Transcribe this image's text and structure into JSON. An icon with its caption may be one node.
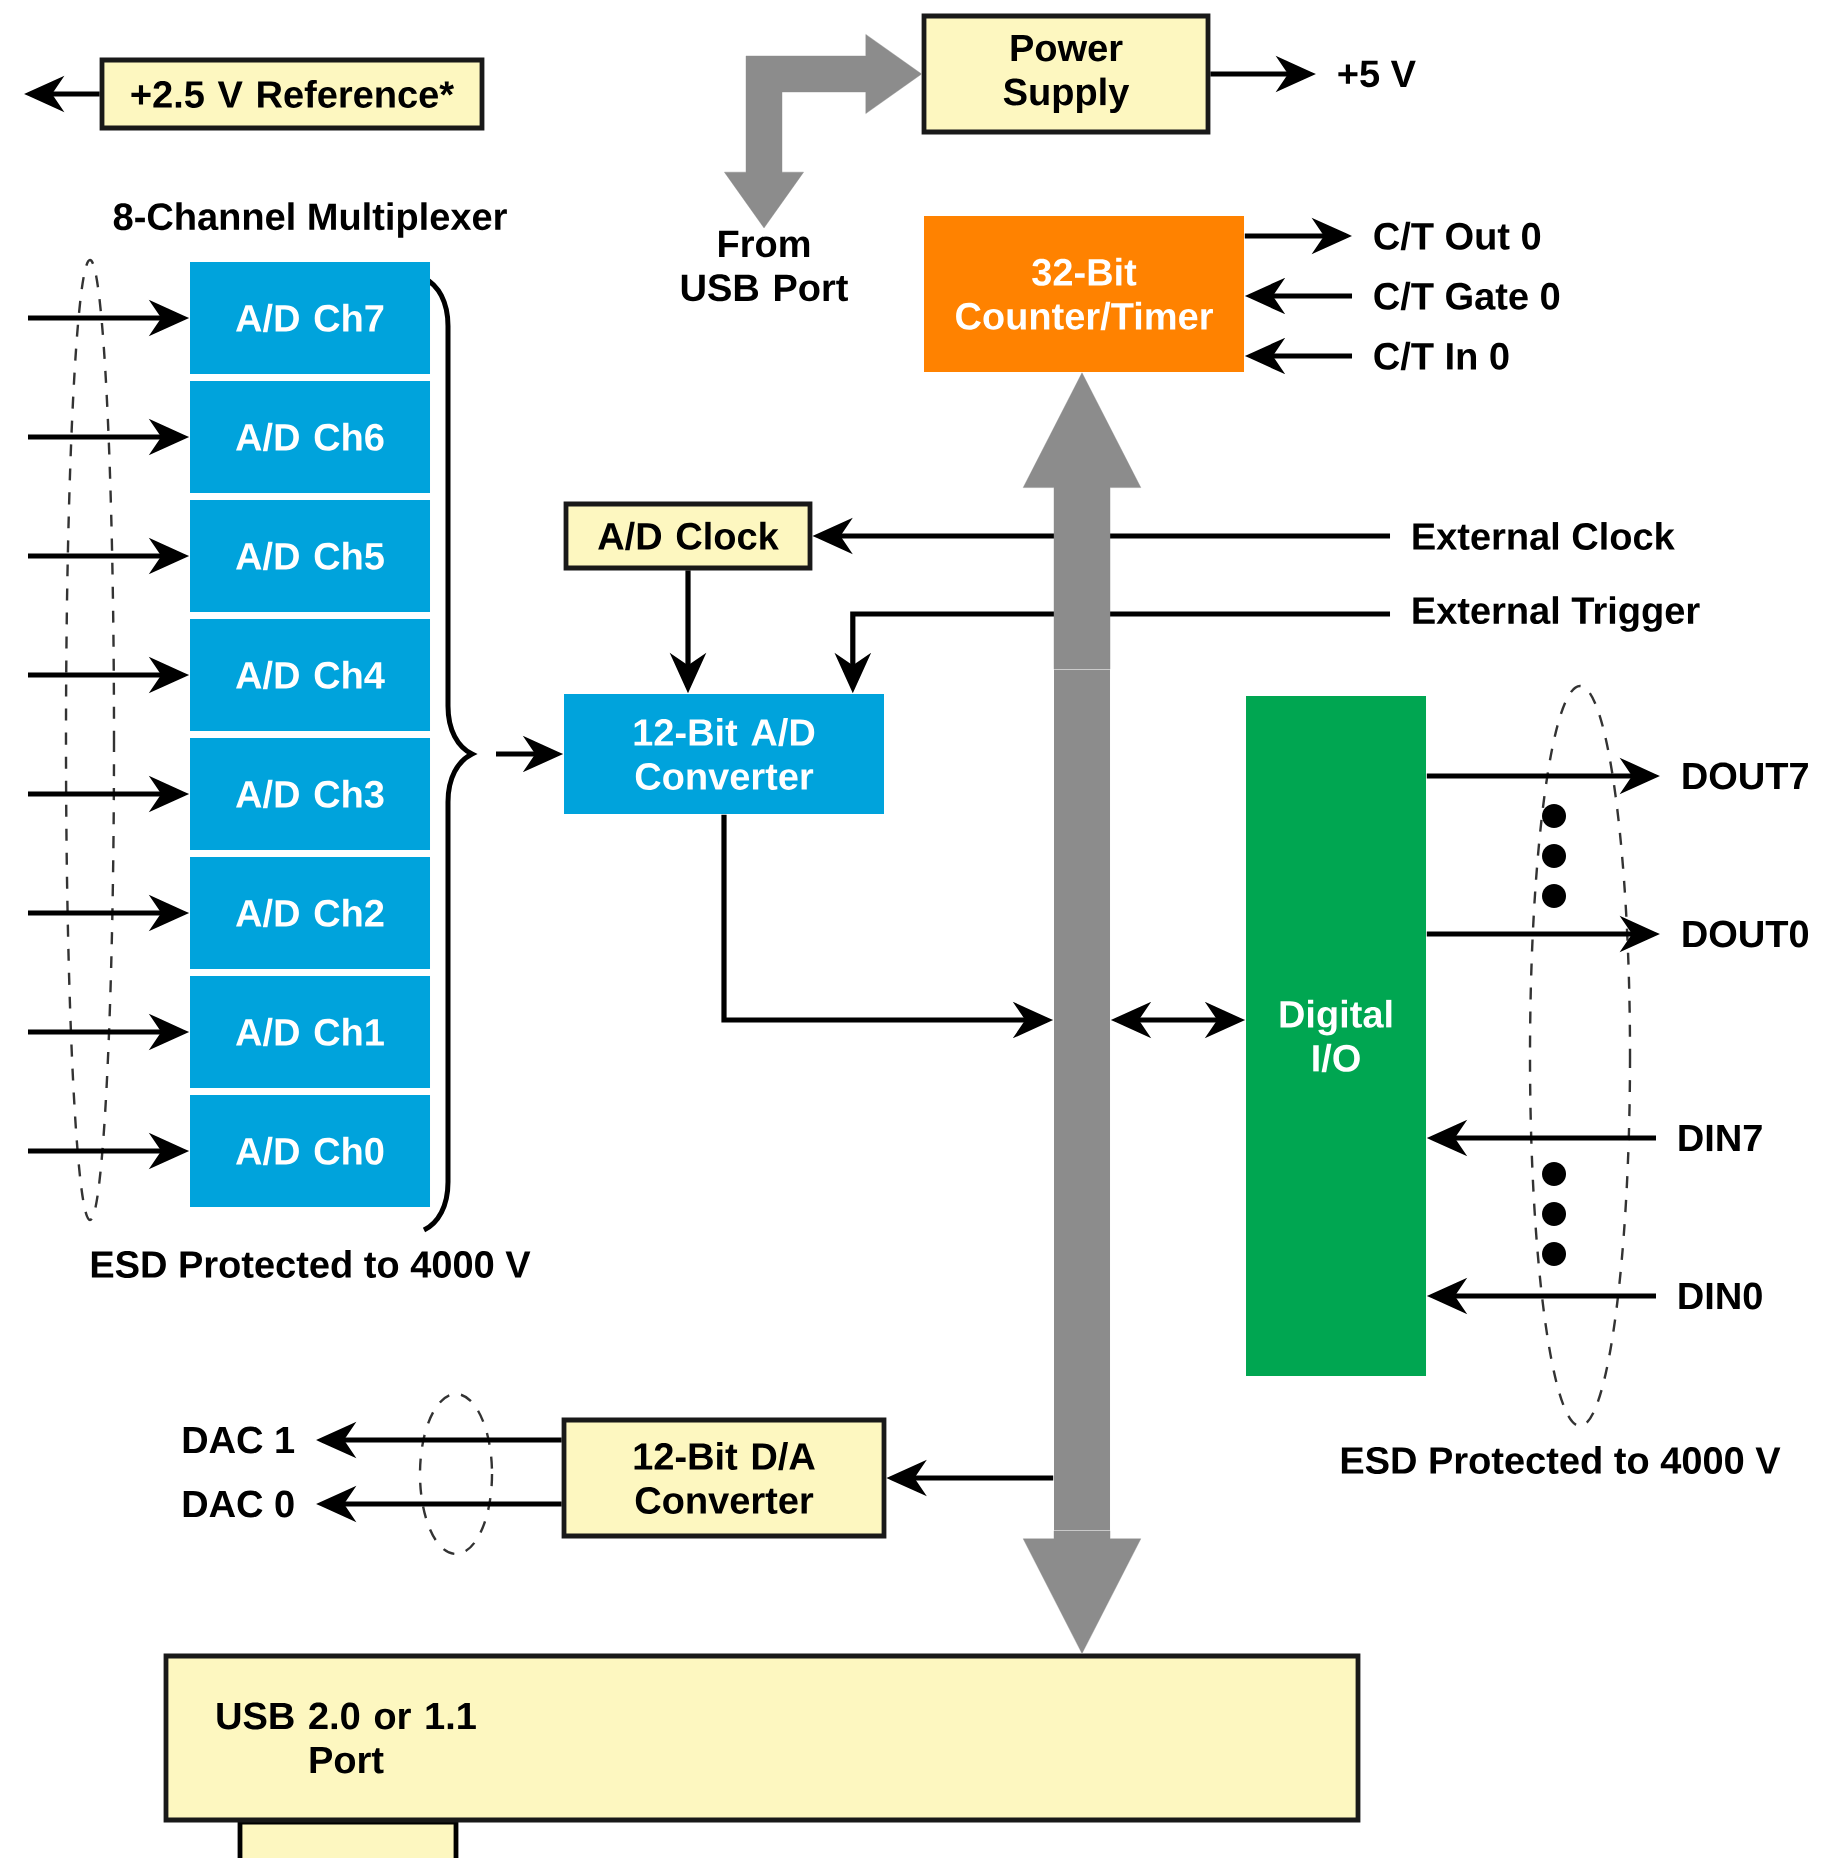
{
  "diagram": {
    "nodes": [
      {
        "text": [
          "+2.5 V Reference*"
        ]
      },
      {
        "text": [
          "Power Supply"
        ]
      },
      {
        "text": [
          "+5 V"
        ]
      },
      {
        "text": [
          "From USB Port"
        ]
      },
      {
        "text": [
          "32-Bit Counter/Timer"
        ]
      },
      {
        "text": [
          "C/T Out 0"
        ]
      },
      {
        "text": [
          "C/T Gate 0"
        ]
      },
      {
        "text": [
          "C/T In 0"
        ]
      },
      {
        "text": [
          "A/D Ch7"
        ]
      },
      {
        "text": [
          "A/D Ch6"
        ]
      },
      {
        "text": [
          "A/D Ch5"
        ]
      },
      {
        "text": [
          "A/D Ch4"
        ]
      },
      {
        "text": [
          "A/D Ch3"
        ]
      },
      {
        "text": [
          "A/D Ch2"
        ]
      },
      {
        "text": [
          "A/D Ch1"
        ]
      },
      {
        "text": [
          "A/D Ch0"
        ]
      },
      {
        "text": [
          "A/D Clock"
        ]
      },
      {
        "text": [
          "External Clock"
        ]
      },
      {
        "text": [
          "External Trigger"
        ]
      },
      {
        "text": [
          "12-Bit A/D Converter"
        ]
      },
      {
        "text": [],
        "shape": "bar"
      },
      {
        "text": [
          "Digital I/O"
        ]
      },
      {
        "text": [
          "DOUT7"
        ]
      },
      {
        "text": [
          "DOUT0"
        ]
      },
      {
        "text": [
          "DIN7"
        ]
      },
      {
        "text": [
          "DIN0"
        ]
      },
      {
        "text": [
          "12-Bit D/A Converter"
        ]
      },
      {
        "text": [
          "DAC 1"
        ]
      },
      {
        "text": [
          "DAC 0"
        ]
      },
      {
        "text": [
          "USB 2.0 or 1.1 Port"
        ]
      }
    ],
    "edges": [
      {
        "from": 0,
        "to": null,
        "arrow": "to"
      },
      {
        "from": 3,
        "to": 1,
        "arrow": "both",
        "style": "thick",
        "color": "#8c8c8c"
      },
      {
        "from": 1,
        "to": 2,
        "arrow": "to"
      },
      {
        "from": 4,
        "to": 5,
        "arrow": "to"
      },
      {
        "from": 6,
        "to": 4,
        "arrow": "to"
      },
      {
        "from": 7,
        "to": 4,
        "arrow": "to"
      },
      {
        "from": null,
        "to": 8,
        "arrow": "to"
      },
      {
        "from": null,
        "to": 9,
        "arrow": "to"
      },
      {
        "from": null,
        "to": 10,
        "arrow": "to"
      },
      {
        "from": null,
        "to": 11,
        "arrow": "to"
      },
      {
        "from": null,
        "to": 12,
        "arrow": "to"
      },
      {
        "from": null,
        "to": 13,
        "arrow": "to"
      },
      {
        "from": null,
        "to": 14,
        "arrow": "to"
      },
      {
        "from": null,
        "to": 15,
        "arrow": "to"
      },
      {
        "from": null,
        "to": 19,
        "arrow": "to"
      },
      {
        "from": 17,
        "to": 16,
        "arrow": "to"
      },
      {
        "from": 16,
        "to": 19,
        "arrow": "to"
      },
      {
        "from": 18,
        "to": 19,
        "arrow": "to"
      },
      {
        "from": 19,
        "to": 20,
        "arrow": "to"
      },
      {
        "from": 20,
        "to": 4,
        "arrow": "to",
        "style": "thick",
        "color": "#8c8c8c"
      },
      {
        "from": 20,
        "to": 29,
        "arrow": "to",
        "style": "thick",
        "color": "#8c8c8c"
      },
      {
        "from": 20,
        "to": 21,
        "arrow": "both"
      },
      {
        "from": 21,
        "to": 22,
        "arrow": "to"
      },
      {
        "from": 21,
        "to": 23,
        "arrow": "to"
      },
      {
        "from": 24,
        "to": 21,
        "arrow": "to"
      },
      {
        "from": 25,
        "to": 21,
        "arrow": "to"
      },
      {
        "from": 20,
        "to": 26,
        "arrow": "to"
      },
      {
        "from": 26,
        "to": 27,
        "arrow": "to"
      },
      {
        "from": 26,
        "to": 28,
        "arrow": "to"
      }
    ],
    "labels": [
      "8-Channel Multiplexer",
      "ESD Protected to 4000 V",
      "ESD Protected to 4000 V"
    ]
  }
}
